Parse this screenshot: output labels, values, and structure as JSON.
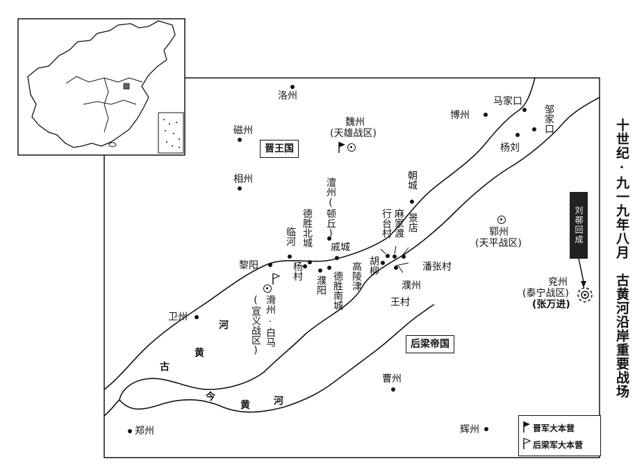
{
  "title": "十世纪·九一九年八月　古黄河沿岸重要战场",
  "regions": {
    "jin": "晋王国",
    "liang": "后梁帝国"
  },
  "banner": "刘鄩回成",
  "rivers": {
    "old_yellow_chars": [
      "古",
      "黄",
      "河"
    ],
    "modern_yellow_chars": [
      "今",
      "黄",
      "河"
    ],
    "center_he": "河"
  },
  "places": {
    "luozhou": "洛州",
    "cizhou": "磁州",
    "xiangzhou": "相州",
    "weizhou": "魏州",
    "weizhou_note": "(天雄战区)",
    "bozhou": "博州",
    "majiakou": "马家口",
    "zoujiakou": "邹家口",
    "yangliu": "杨刘",
    "chaocheng": "朝城",
    "chanzhou": "澶州",
    "chanzhou_note": "(顿丘)",
    "deshengbei": "德胜北城",
    "linhe": "临河",
    "qicheng": "戚城",
    "xingtaicun": "行台村",
    "majiadu": "麻家渡",
    "jingdian": "景店",
    "yunzhou": "郓州",
    "yunzhou_note": "(天平战区)",
    "liyang": "黎阳",
    "yangcun": "杨村",
    "puyang": "濮阳",
    "deshengnan": "德胜南城",
    "gaolingjin": "高陵津",
    "huliu": "胡柳",
    "panzhangcun": "潘张村",
    "puzhou": "濮州",
    "wangcun": "王村",
    "huazhou": "滑州",
    "baima": "·白马",
    "huazhou_note": "(宣义战区)",
    "yanzhou": "兖州",
    "yanzhou_note": "(泰宁战区)",
    "zhangwanjin": "(张万进)",
    "weizhou2": "卫州",
    "caozhou": "曹州",
    "zhengzhou": "郑州",
    "huizhou": "辉州"
  },
  "legend": {
    "jin": "晋军大本营",
    "liang": "后梁军大本营"
  }
}
